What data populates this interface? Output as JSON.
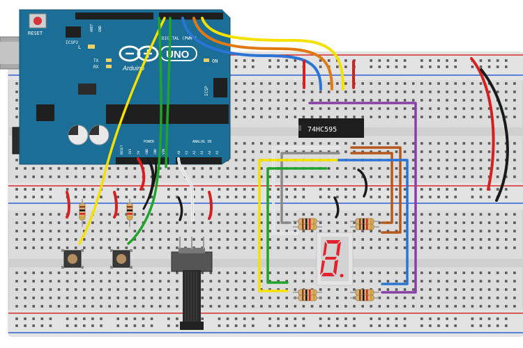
{
  "colors": {
    "breadboard": "#dcdcdc",
    "rail_red": "#d42a2a",
    "rail_blue": "#2a5fd4",
    "hole": "#5a5a5a",
    "hole_active": "#2f9e3a",
    "arduino_board": "#1b6e95",
    "arduino_header": "#1f1f1f",
    "wire_yellow": "#f5e000",
    "wire_orange": "#e07a10",
    "wire_blue": "#2b74d6",
    "wire_red": "#d61f1f",
    "wire_black": "#1a1a1a",
    "wire_green": "#1ea52a",
    "wire_white": "#f4f4f4",
    "wire_purple": "#8a3fa6",
    "wire_brown": "#b5581b",
    "wire_gray": "#8a8a8a",
    "segment_on": "#e3222f",
    "segment_body": "#e4e4e4"
  },
  "arduino": {
    "reset_label": "RESET",
    "icsp2_label": "ICSP2",
    "uno_label": "UNO",
    "brand_label": "Arduino",
    "on_label": "ON",
    "icsp_label": "ICSP",
    "l_label": "L",
    "tx_label": "TX",
    "rx_label": "RX",
    "digital_label": "DIGITAL (PWM~)",
    "power_label": "POWER",
    "analog_label": "ANALOG IN",
    "aref_label": "AREF",
    "gnd_label": "GND",
    "power_pins": [
      "RESET",
      "3V3",
      "5V",
      "GND",
      "GND",
      "VIN"
    ],
    "analog_pins": [
      "A0",
      "A1",
      "A2",
      "A3",
      "A4",
      "A5"
    ]
  },
  "chip": {
    "label": "74HC595"
  },
  "display": {
    "digit": "8."
  }
}
